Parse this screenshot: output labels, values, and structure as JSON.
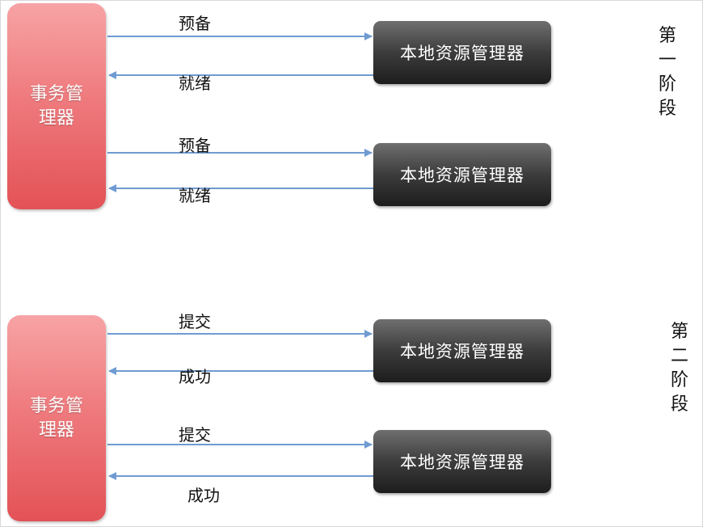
{
  "phases": [
    {
      "label": "第一阶段",
      "coordinator": "事务管理器",
      "resource_managers": [
        "本地资源管理器",
        "本地资源管理器"
      ],
      "request_labels": [
        "预备",
        "预备"
      ],
      "response_labels": [
        "就绪",
        "就绪"
      ]
    },
    {
      "label": "第二阶段",
      "coordinator": "事务管理器",
      "resource_managers": [
        "本地资源管理器",
        "本地资源管理器"
      ],
      "request_labels": [
        "提交",
        "提交"
      ],
      "response_labels": [
        "成功",
        "成功"
      ]
    }
  ],
  "colors": {
    "coordinator": "#ef7b7e",
    "resource_manager": "#3c3c3c",
    "arrow": "#6f9bd1"
  }
}
